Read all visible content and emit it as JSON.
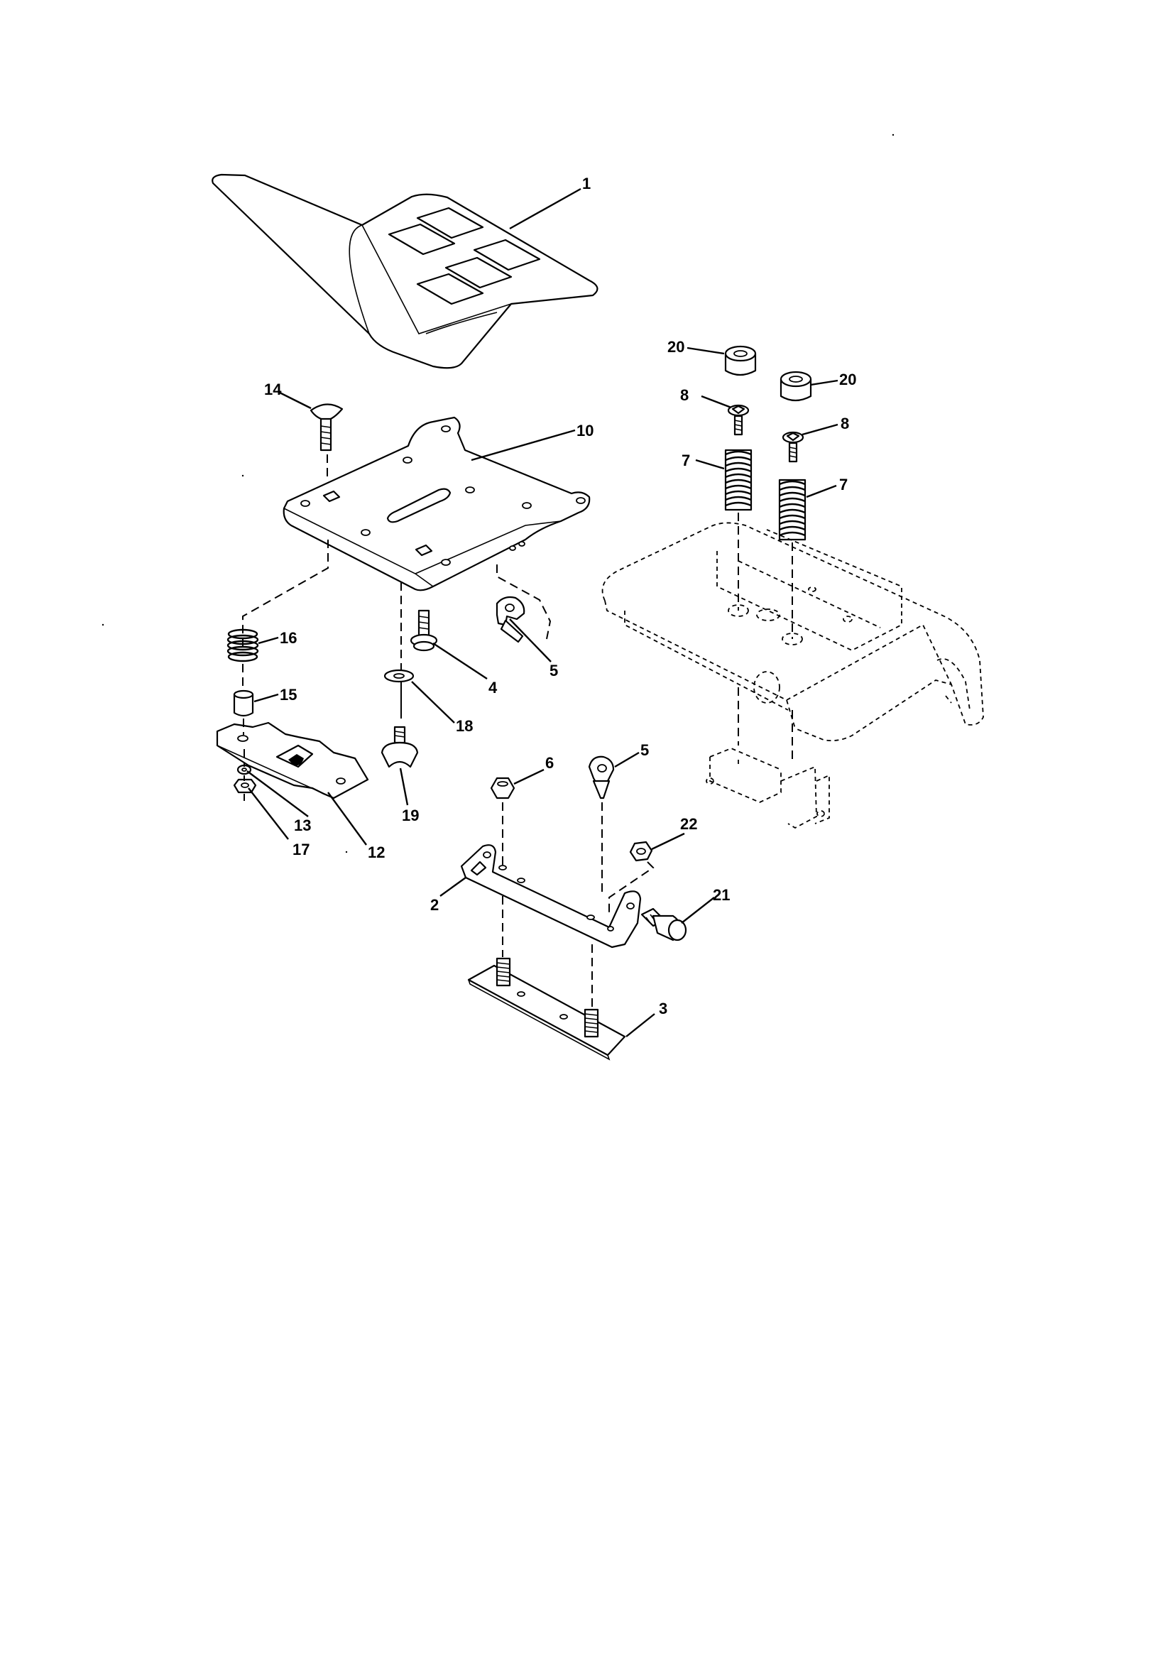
{
  "diagram": {
    "kind": "exploded parts view",
    "callouts": {
      "c1": "1",
      "c2": "2",
      "c3": "3",
      "c4": "4",
      "c5a": "5",
      "c5b": "5",
      "c6": "6",
      "c7a": "7",
      "c7b": "7",
      "c8a": "8",
      "c8b": "8",
      "c10": "10",
      "c12": "12",
      "c13": "13",
      "c14": "14",
      "c15": "15",
      "c16": "16",
      "c17": "17",
      "c18": "18",
      "c19": "19",
      "c20a": "20",
      "c20b": "20",
      "c21": "21",
      "c22": "22"
    }
  }
}
